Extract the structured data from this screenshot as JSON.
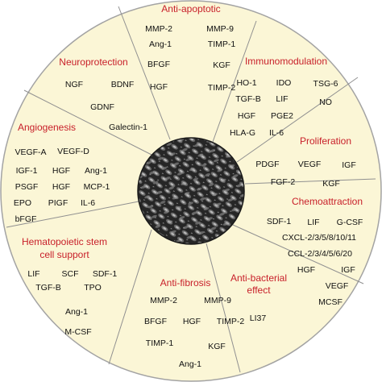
{
  "colors": {
    "disc_fill": "#fbf6d6",
    "disc_stroke": "#a3a3a3",
    "divider": "#909090",
    "title": "#c8202a",
    "text": "#111111",
    "center": "#2b2b2b"
  },
  "center_icon": "cell-culture-micrograph",
  "sectors": [
    {
      "key": "anti-apoptotic",
      "title": [
        "Anti-apoptotic"
      ],
      "items": [
        "MMP-2",
        "MMP-9",
        "Ang-1",
        "TIMP-1",
        "BFGF",
        "KGF",
        "HGF",
        "TIMP-2"
      ]
    },
    {
      "key": "immunomodulation",
      "title": [
        "Immunomodulation"
      ],
      "items": [
        "HO-1",
        "IDO",
        "TSG-6",
        "TGF-B",
        "LIF",
        "NO",
        "HGF",
        "PGE2",
        "HLA-G",
        "IL-6"
      ]
    },
    {
      "key": "proliferation",
      "title": [
        "Proliferation"
      ],
      "items": [
        "PDGF",
        "VEGF",
        "IGF",
        "FGF-2",
        "KGF"
      ]
    },
    {
      "key": "chemoattraction",
      "title": [
        "Chemoattraction"
      ],
      "items": [
        "SDF-1",
        "LIF",
        "G-CSF",
        "CXCL-2/3/5/8/10/11",
        "CCL-2/3/4/5/6/20",
        "HGF",
        "IGF",
        "VEGF",
        "MCSF"
      ]
    },
    {
      "key": "anti-bacterial-effect",
      "title": [
        "Anti-bacterial",
        "effect"
      ],
      "items": [
        "LI37"
      ]
    },
    {
      "key": "anti-fibrosis",
      "title": [
        "Anti-fibrosis"
      ],
      "items": [
        "MMP-2",
        "MMP-9",
        "BFGF",
        "HGF",
        "TIMP-2",
        "TIMP-1",
        "KGF",
        "Ang-1"
      ]
    },
    {
      "key": "hematopoietic-stem-cell-support",
      "title": [
        "Hematopoietic stem",
        "cell support"
      ],
      "items": [
        "LIF",
        "SCF",
        "SDF-1",
        "TGF-B",
        "TPO",
        "Ang-1",
        "M-CSF"
      ]
    },
    {
      "key": "angiogenesis",
      "title": [
        "Angiogenesis"
      ],
      "items": [
        "VEGF-A",
        "VEGF-D",
        "IGF-1",
        "HGF",
        "Ang-1",
        "PSGF",
        "HGF",
        "MCP-1",
        "EPO",
        "PIGF",
        "IL-6",
        "bFGF"
      ]
    },
    {
      "key": "neuroprotection",
      "title": [
        "Neuroprotection"
      ],
      "items": [
        "NGF",
        "BDNF",
        "GDNF",
        "Galectin-1"
      ]
    }
  ]
}
